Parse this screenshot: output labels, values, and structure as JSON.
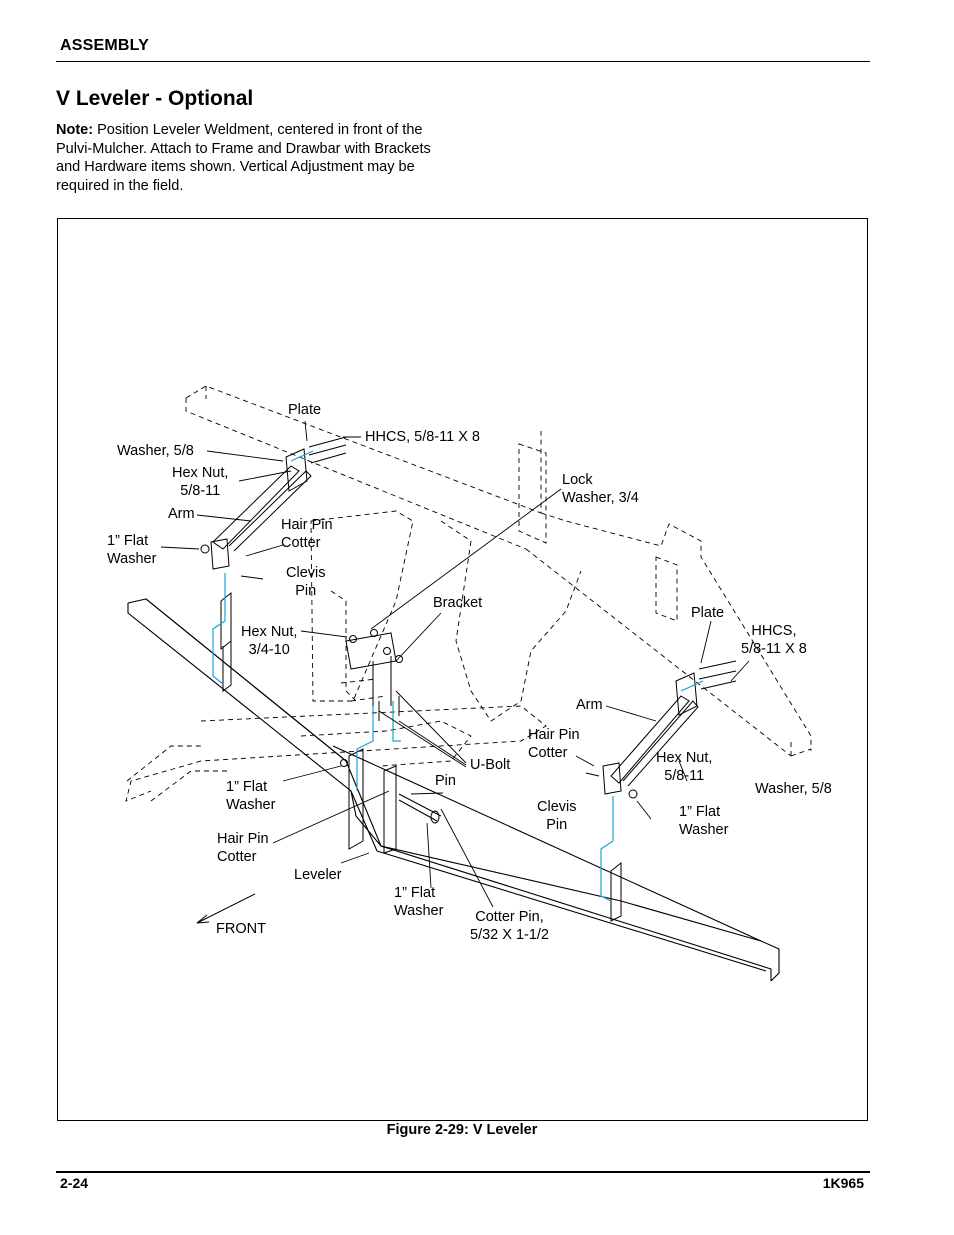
{
  "header": {
    "section": "ASSEMBLY"
  },
  "title": "V Leveler - Optional",
  "note": {
    "lead": "Note:",
    "text": "Position Leveler Weldment, centered in front of the Pulvi-Mulcher. Attach to Frame and Drawbar with Brackets and Hardware items shown. Vertical Adjustment may be required in the field."
  },
  "figure": {
    "caption": "Figure 2-29:  V Leveler",
    "labels": {
      "plate_left": "Plate",
      "hhcs_left": "HHCS, 5/8-11 X 8",
      "washer_left_1": "Washer, 5/8",
      "hexnut_left_l1": "Hex Nut,",
      "hexnut_left_l2": "5/8-11",
      "arm_left": "Arm",
      "hairpin_left_l1": "Hair Pin",
      "hairpin_left_l2": "Cotter",
      "flatwasher_left_l1": "1” Flat",
      "flatwasher_left_l2": "Washer",
      "clevis_left_l1": "Clevis",
      "clevis_left_l2": "Pin",
      "lockwasher_l1": "Lock",
      "lockwasher_l2": "Washer, 3/4",
      "bracket": "Bracket",
      "hexnut_center_l1": "Hex Nut,",
      "hexnut_center_l2": "3/4-10",
      "plate_right": "Plate",
      "hhcs_right_l1": "HHCS,",
      "hhcs_right_l2": "5/8-11 X 8",
      "arm_right": "Arm",
      "hairpin_right_l1": "Hair Pin",
      "hairpin_right_l2": "Cotter",
      "ubolt": "U-Bolt",
      "hexnut_right_l1": "Hex Nut,",
      "hexnut_right_l2": "5/8-11",
      "pin": "Pin",
      "flatwasher_mid_l1": "1” Flat",
      "flatwasher_mid_l2": "Washer",
      "washer_right": "Washer, 5/8",
      "clevis_right_l1": "Clevis",
      "clevis_right_l2": "Pin",
      "flatwasher_right_l1": "1” Flat",
      "flatwasher_right_l2": "Washer",
      "hairpin_low_l1": "Hair Pin",
      "hairpin_low_l2": "Cotter",
      "leveler": "Leveler",
      "flatwasher_bottom_l1": "1” Flat",
      "flatwasher_bottom_l2": "Washer",
      "cotterpin_l1": "Cotter Pin,",
      "cotterpin_l2": "5/32 X 1-1/2",
      "front": "FRONT"
    }
  },
  "footer": {
    "page": "2-24",
    "doc": "1K965"
  },
  "colors": {
    "leader": "#000000",
    "alignment": "#1aa3d9"
  }
}
